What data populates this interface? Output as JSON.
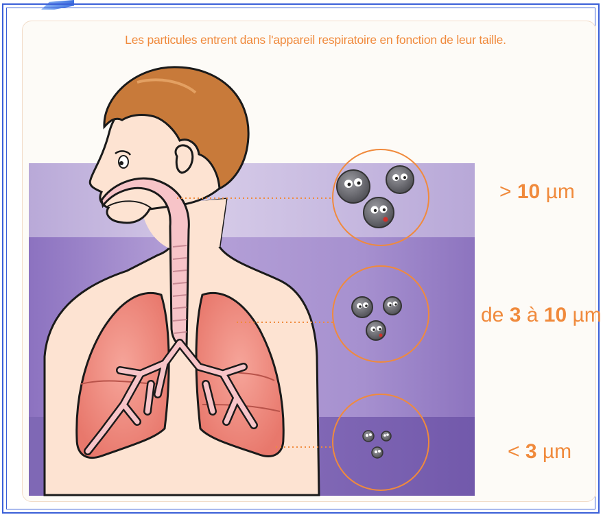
{
  "title": "Les particules entrent dans l'appareil respiratoire en fonction de leur taille.",
  "sizes": {
    "large": {
      "prefix": "> ",
      "value": "10",
      "unit": " µm"
    },
    "medium": {
      "prefix": "de ",
      "low": "3",
      "middle": " à ",
      "high": "10",
      "unit": " µm"
    },
    "small": {
      "prefix": "< ",
      "value": "3",
      "unit": " µm"
    }
  },
  "colors": {
    "accent": "#f08a3c",
    "frame": "#3a5fd8",
    "band_light": "#c9bce2",
    "band_mid": "#a690cf",
    "band_dark": "#7259ab",
    "lung": "#f08a80",
    "skin": "#fde3d2",
    "hair": "#c87a3a",
    "particle": "#6d6d72"
  }
}
